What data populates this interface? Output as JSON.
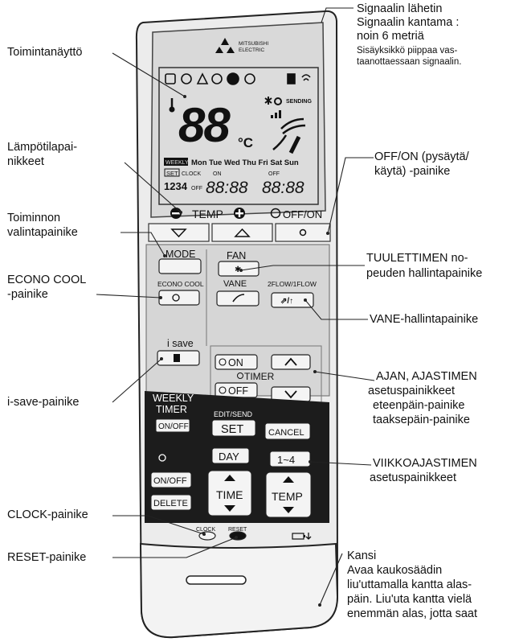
{
  "brand": {
    "line1": "MITSUBISHI",
    "line2": "ELECTRIC"
  },
  "display": {
    "digits": "88",
    "unit": "°C",
    "sending": "SENDING",
    "weekly": "WEEKLY",
    "days": "Mon Tue Wed Thu Fri Sat Sun",
    "set": "SET",
    "clock": "CLOCK",
    "nums": "1234",
    "on": "ON",
    "off": "OFF",
    "off2": "OFF",
    "time1": "88:88",
    "time2": "88:88"
  },
  "buttons": {
    "temp": "TEMP",
    "offon": "OFF/ON",
    "mode": "MODE",
    "fan": "FAN",
    "econo": "ECONO COOL",
    "vane": "VANE",
    "flow": "2FLOW/1FLOW",
    "isave": "i save",
    "timer_on": "ON",
    "timer_off": "OFF",
    "timer": "TIMER",
    "weekly1": "WEEKLY",
    "weekly2": "TIMER",
    "weekly_onoff": "ON/OFF",
    "editsend": "EDIT/SEND",
    "set": "SET",
    "cancel": "CANCEL",
    "day": "DAY",
    "range": "1~4",
    "onoff": "ON/OFF",
    "delete": "DELETE",
    "time": "TIME",
    "temp2": "TEMP",
    "clock": "CLOCK",
    "reset": "RESET"
  },
  "labels": {
    "signal": [
      "Signaalin lähetin",
      "Signaalin kantama :",
      "noin 6 metriä"
    ],
    "signal_small": [
      "Sisäyksikkö piippaa vas-",
      "taanottaessaan signaalin."
    ],
    "display": "Toimintanäyttö",
    "temp_buttons": [
      "Lämpötilapai-",
      "nikkeet"
    ],
    "offon": [
      "OFF/ON (pysäytä/",
      "käytä) -painike"
    ],
    "mode": [
      "Toiminnon",
      "valintapainike"
    ],
    "econo": [
      "ECONO COOL",
      "-painike"
    ],
    "fan": [
      "TUULETTIMEN no-",
      "peuden hallintapainike"
    ],
    "vane": "VANE-hallintapainike",
    "timer": [
      "AJAN, AJASTIMEN",
      "asetuspainikkeet",
      "eteenpäin-painike",
      "taaksepäin-painike"
    ],
    "isave": "i-save-painike",
    "weekly": [
      "VIIKKOAJASTIMEN",
      "asetuspainikkeet"
    ],
    "clock": "CLOCK-painike",
    "reset": "RESET-painike",
    "cover": [
      "Kansi",
      "Avaa kaukosäädin",
      "liu'uttamalla kantta alas-",
      "päin. Liu'uta kantta vielä",
      "enemmän alas, jotta saat"
    ]
  },
  "colors": {
    "body": "#ececec",
    "panel": "#d9d9d9",
    "dark_panel": "#1c1c1c",
    "lcd": "#dcdcdc",
    "outline": "#222222"
  }
}
